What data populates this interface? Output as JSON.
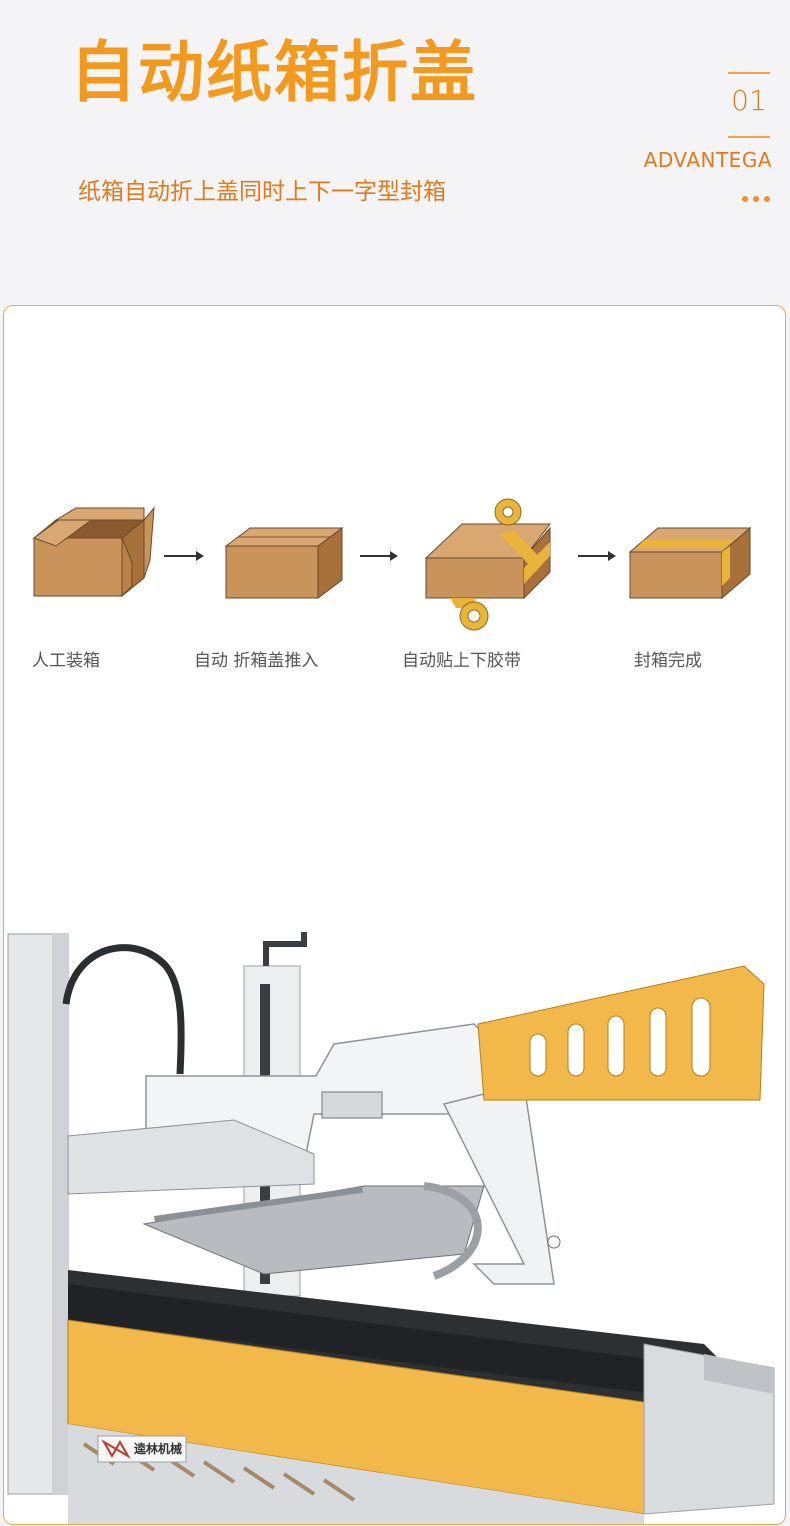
{
  "header": {
    "title": "自动纸箱折盖",
    "subtitle": "纸箱自动折上盖同时上下一字型封箱",
    "index": "01",
    "tag": "ADVANTEGA"
  },
  "process": {
    "steps": [
      {
        "label": "人工装箱"
      },
      {
        "label": "自动 折箱盖推入"
      },
      {
        "label": "自动贴上下胶带"
      },
      {
        "label": "封箱完成"
      }
    ]
  },
  "machine": {
    "brand_label": "逵林机械"
  },
  "colors": {
    "accent": "#f39a1e",
    "card_border": "#f0a64f",
    "box": "#c8945c",
    "box_dark": "#a8703a",
    "tape": "#e8b43a",
    "machine_yellow": "#f2b84a"
  }
}
